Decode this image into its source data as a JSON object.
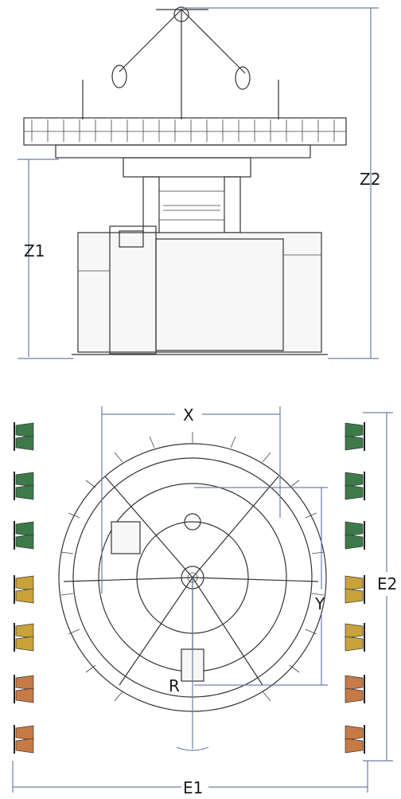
{
  "diagram": {
    "front_view": {
      "labels": {
        "height_to_table": "Z1",
        "overall_height": "Z2"
      }
    },
    "top_view": {
      "labels": {
        "frame_width": "X",
        "frame_depth": "Y",
        "radius": "R",
        "creel_width": "E1",
        "creel_depth": "E2"
      },
      "creel_left_colors": [
        "#3d7a4a",
        "#3d7a4a",
        "#3d7a4a",
        "#c9a23a",
        "#c9a23a",
        "#c67a45",
        "#c67a45"
      ],
      "creel_right_colors": [
        "#3d7a4a",
        "#3d7a4a",
        "#3d7a4a",
        "#c9a23a",
        "#c9a23a",
        "#c67a45",
        "#c67a45"
      ]
    }
  }
}
